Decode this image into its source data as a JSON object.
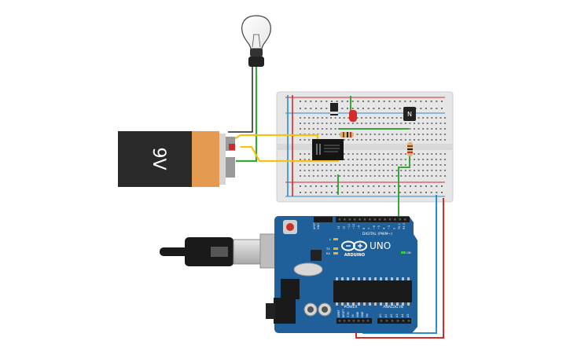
{
  "battery": {
    "label": "9V",
    "color_body": "#2a2a2a",
    "color_cap": "#e49a4f"
  },
  "arduino": {
    "brand": "ARDUINO",
    "model": "UNO",
    "section_digital": "DIGITAL (PWM~)",
    "section_power": "POWER",
    "section_analog": "ANALOG IN",
    "aref": "AREF",
    "gnd": "GND",
    "on_label": "ON",
    "tx_label": "TX",
    "rx_label": "RX",
    "l_label": "L",
    "digital_pins": [
      "13",
      "12",
      "~11",
      "~10",
      "~9",
      "8",
      "7",
      "~6",
      "~5",
      "4",
      "~3",
      "2",
      "TX 1",
      "RX 0"
    ],
    "power_pins": [
      "IOREF",
      "RESET",
      "3.3V",
      "5V",
      "GND",
      "GND",
      "Vin"
    ],
    "analog_pins": [
      "A0",
      "A1",
      "A2",
      "A3",
      "A4",
      "A5"
    ],
    "board_color": "#1f5f9a"
  },
  "transistor": {
    "label": "N"
  },
  "wire_colors": {
    "yellow": "#f2c314",
    "green": "#3aa53a",
    "red": "#d42b2b",
    "blue": "#2b8cd4",
    "black": "#222222"
  }
}
